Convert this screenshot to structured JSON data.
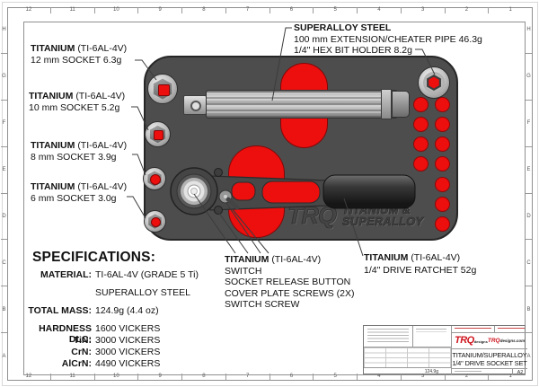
{
  "colors": {
    "foam-red": "#ed0e0e",
    "tray-gray": "#4d4d4d",
    "logo-red": "#cf1620"
  },
  "rulers": {
    "h": [
      "12",
      "11",
      "10",
      "9",
      "8",
      "7",
      "6",
      "5",
      "4",
      "3",
      "2",
      "1"
    ],
    "v": [
      "H",
      "G",
      "F",
      "E",
      "D",
      "C",
      "B",
      "A"
    ]
  },
  "callouts": {
    "socket_12": {
      "material": "TITANIUM",
      "alloy": "(TI-6AL-4V)",
      "desc": "12 mm SOCKET 6.3g"
    },
    "socket_10": {
      "material": "TITANIUM",
      "alloy": "(TI-6AL-4V)",
      "desc": "10 mm SOCKET 5.2g"
    },
    "socket_8": {
      "material": "TITANIUM",
      "alloy": "(TI-6AL-4V)",
      "desc": "8 mm SOCKET 3.9g"
    },
    "socket_6": {
      "material": "TITANIUM",
      "alloy": "(TI-6AL-4V)",
      "desc": "6 mm SOCKET 3.0g"
    },
    "extension": {
      "material": "SUPERALLOY STEEL",
      "line1": "100 mm EXTENSION/CHEATER PIPE 46.3g",
      "line2": "1/4\" HEX BIT HOLDER 8.2g"
    },
    "small_parts": {
      "material": "TITANIUM",
      "alloy": "(TI-6AL-4V)",
      "items": [
        "SWITCH",
        "SOCKET RELEASE BUTTON",
        "COVER PLATE SCREWS (2X)",
        "SWITCH SCREW"
      ]
    },
    "ratchet": {
      "material": "TITANIUM",
      "alloy": "(TI-6AL-4V)",
      "desc": "1/4\" DRIVE RATCHET 52g"
    }
  },
  "specifications": {
    "heading": "SPECIFICATIONS:",
    "rows": [
      {
        "label": "MATERIAL:",
        "value": "TI-6AL-4V (GRADE 5 Ti)"
      },
      {
        "label": "",
        "value": "SUPERALLOY STEEL"
      },
      {
        "label": "TOTAL MASS:",
        "value": "124.9g (4.4 oz)"
      },
      {
        "label": "HARDNESS DLC:",
        "value": "1600 VICKERS"
      },
      {
        "label": "TiN:",
        "value": "3000 VICKERS"
      },
      {
        "label": "CrN:",
        "value": "3000 VICKERS"
      },
      {
        "label": "AlCrN:",
        "value": "4490 VICKERS"
      }
    ]
  },
  "tray_watermark": {
    "logo": "TRQ",
    "line1": "TITANIUM &",
    "line2": "SUPERALLOY"
  },
  "title_block": {
    "logo": "TRQ",
    "logo_sub": "designs",
    "website_logo": "TRQ",
    "website_rest": "designs.com",
    "title_line1": "TITANIUM/SUPERALLOY",
    "title_line2": "1/4\" DRIVE SOCKET SET",
    "weight": "124.9g",
    "sheet_size": "A2"
  }
}
